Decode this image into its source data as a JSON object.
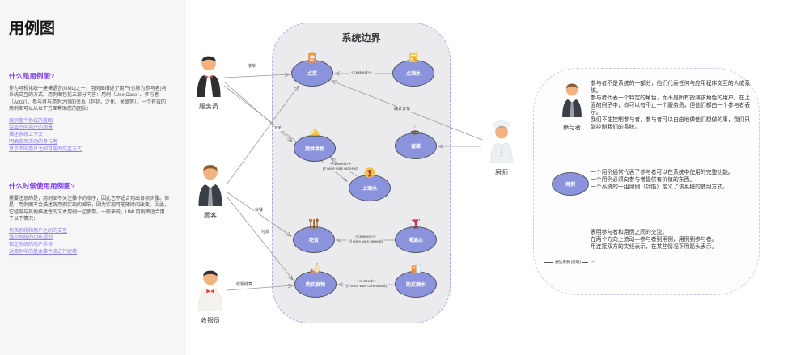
{
  "sidebar": {
    "title": "用例图",
    "what": {
      "heading": "什么是用例图?",
      "body": "作为可视化统一建模语言(UML)之一，用例图描述了用户(也称为参与者)与系统交互的方式。用例图包括三部分内容：用例（Use Case）、参与者（Actor）、参与者与用例之间的关系（包括、泛化、关联等）。一个有效的用例图可以从以下方面帮助您的团队：",
      "links": [
        "展示整个系统的蓝图",
        "突出不同用户的场景",
        "描述系统上下文",
        "明确各项活动的参与者",
        "显示不同用户之间可能的交互方式"
      ]
    },
    "when": {
      "heading": "什么时候使用用例图?",
      "body": "需要注意的是，用例图不关注操作的顺序，因此它不适合列出各项步骤。但是，用例图不会描述各用例实现的细节，因为实现可能随时间改变。因此，它经常与其他描述性的文本用例一起使用。一般来说，UML用例图适合用于以下情况：",
      "links": [
        "代表系统和用户之间的交互",
        "演示系统的功能规划",
        "指定系统的用户参与",
        "对用例中的基本事件流进行建模"
      ]
    }
  },
  "diagram": {
    "boundary_title": "系统边界",
    "actors": [
      {
        "id": "waiter",
        "label": "服务员"
      },
      {
        "id": "customer",
        "label": "顾客"
      },
      {
        "id": "cashier",
        "label": "收银员"
      },
      {
        "id": "chef",
        "label": "厨师"
      }
    ],
    "use_cases": [
      {
        "id": "order-food",
        "label": "点菜",
        "icon": "clipboard-icon"
      },
      {
        "id": "order-drinks",
        "label": "点酒水",
        "icon": "memo-icon"
      },
      {
        "id": "serve-food",
        "label": "提供食物",
        "icon": "cloche-icon"
      },
      {
        "id": "cook",
        "label": "做菜",
        "icon": "pan-icon"
      },
      {
        "id": "serve-wine",
        "label": "上酒水",
        "icon": "wine-pour-icon"
      },
      {
        "id": "eat",
        "label": "吃饭",
        "icon": "cutlery-icon"
      },
      {
        "id": "drink-wine",
        "label": "喝酒水",
        "icon": "wine-glass-icon"
      },
      {
        "id": "pay-food",
        "label": "购买食物",
        "icon": "food-icon"
      },
      {
        "id": "pay-drinks",
        "label": "购买酒水",
        "icon": "drinks-icon"
      }
    ],
    "edges": [
      {
        "from": "服务员",
        "to": "点菜",
        "label": "接单"
      },
      {
        "from": "服务员",
        "to": "提供食物",
        "label": ""
      },
      {
        "from": "服务员",
        "to": "上酒水",
        "label": ""
      },
      {
        "from": "顾客",
        "to": "点菜",
        "label": "下单"
      },
      {
        "from": "顾客",
        "to": "吃饭",
        "label": "就餐"
      },
      {
        "from": "顾客",
        "to": "购买食物",
        "label": "付款"
      },
      {
        "from": "收银员",
        "to": "购买食物",
        "label": "收银结算"
      },
      {
        "from": "厨师",
        "to": "做菜",
        "label": ""
      },
      {
        "from": "厨师",
        "to": "点菜",
        "label": "确认订单"
      },
      {
        "from": "点酒水",
        "to": "点菜",
        "label": "<<extend>>",
        "condition": ""
      },
      {
        "from": "上酒水",
        "to": "提供食物",
        "label": "<<extend>>",
        "condition": "(if wine was ordered)"
      },
      {
        "from": "喝酒水",
        "to": "吃饭",
        "label": "<<extend>>",
        "condition": "(if wine was served)"
      },
      {
        "from": "购买酒水",
        "to": "购买食物",
        "label": "<<extend>>",
        "condition": "(if wine was consumed)"
      }
    ]
  },
  "legend": {
    "actor": {
      "label": "参与者",
      "p1": "参与者不是系统的一部分，他们代表任何与应用程序交互的人或系统。",
      "p2": "参与者代表一个特定的角色，而不是所有扮演该角色的用户。在上面的例子中，你可以有不止一个服务员，但他们都由一个参与者表示。",
      "p3": "我们不能控制参与者，参与者可以自由地做他们想做的事，我们只能控制我们的系统。"
    },
    "use_case": {
      "label": "用例",
      "l1": "一个用例通常代表了参与者可以在系统中使用的完整功能。",
      "l2": "一个用例必须向参与者提供有价值的东西。",
      "l3": "一个系统的一组用例（功能）定义了该系统的使用方式。"
    },
    "association": {
      "label": "通信关系 (关联)",
      "l1": "表明参与者和用例之间的交流。",
      "l2": "在两个方向上流动—参与者到用例，用例到参与者。",
      "l3": "用连接双方的实线表示，在某些情况下用箭头表示。"
    }
  },
  "colors": {
    "accent_heading": "#7b3ff2",
    "link": "#8b7cf0",
    "ellipse_fill": "#8b93dd",
    "boundary_fill": "#ebebed",
    "boundary_border": "#b9a3e3",
    "panel_border": "#c7cfe9",
    "connector": "#9a9a9a"
  }
}
